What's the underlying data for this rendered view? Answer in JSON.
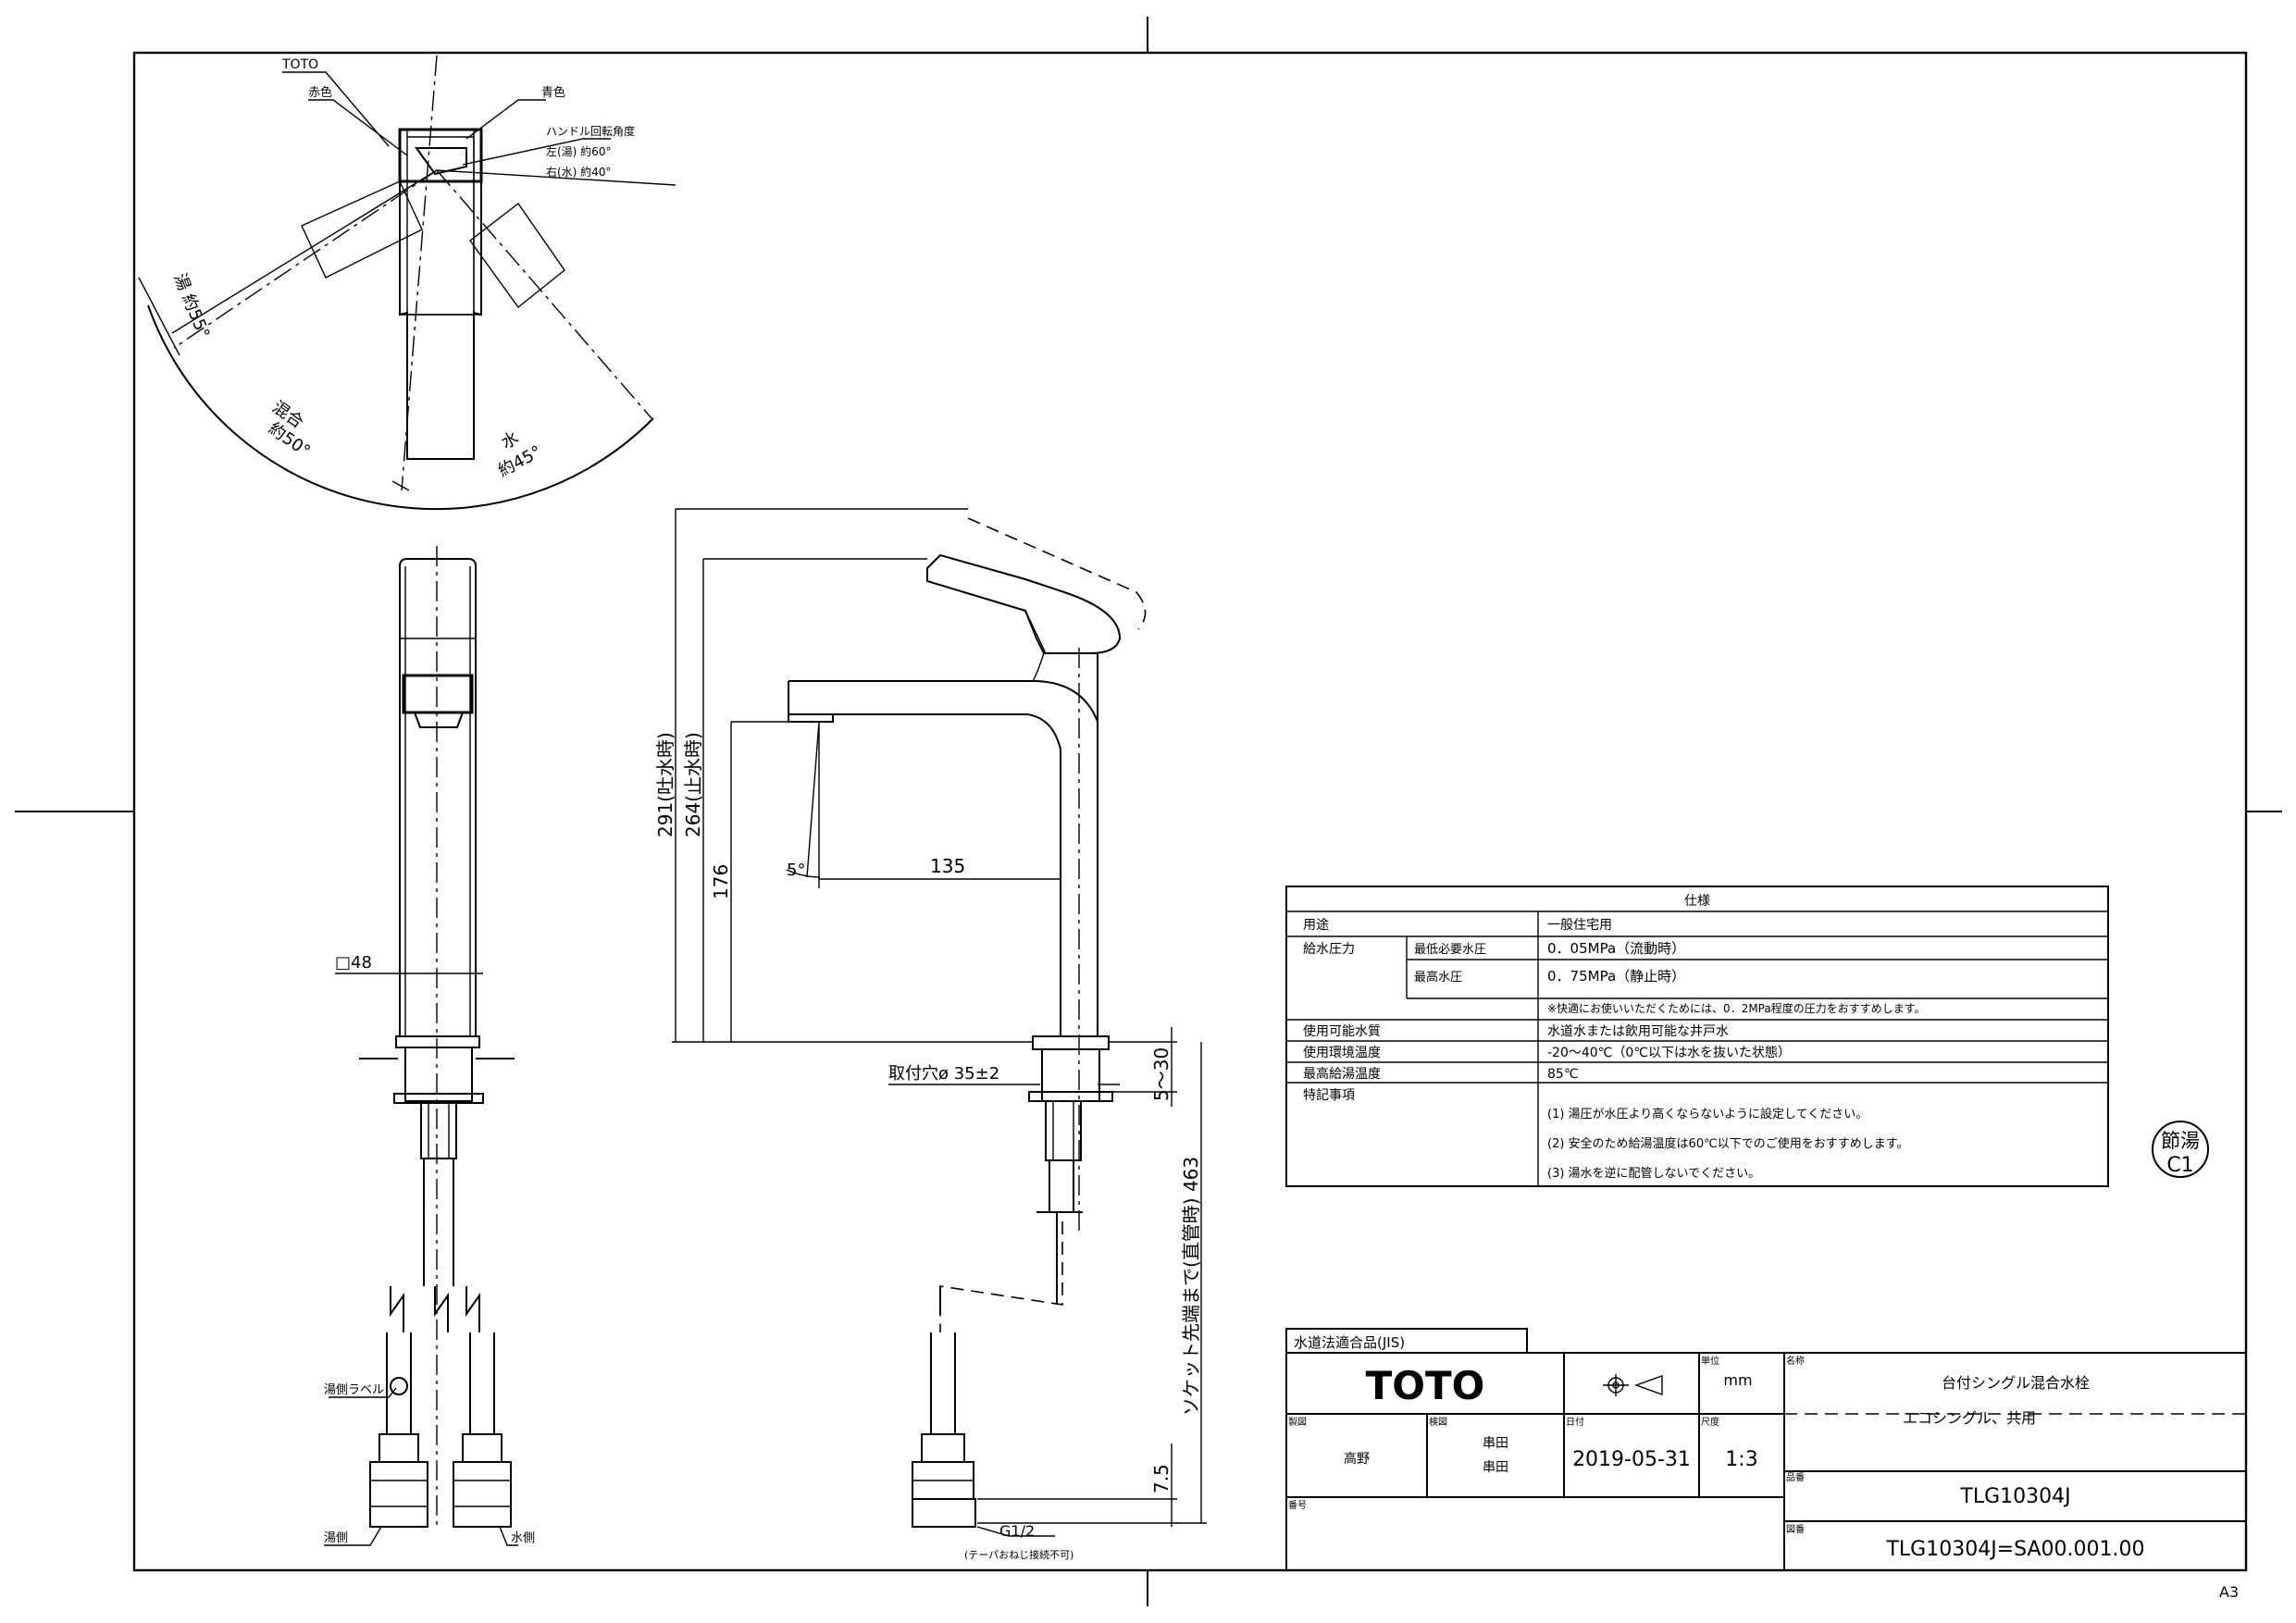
{
  "top_view": {
    "brand": "TOTO",
    "red": "赤色",
    "blue": "青色",
    "handle_angle_title": "ハンドル回転角度",
    "handle_left": "左(湯) 約60°",
    "handle_right": "右(水) 約40°",
    "hot_angle": "湯 約55°",
    "mix_angle_1": "混合",
    "mix_angle_2": "約50°",
    "cold_angle_1": "水",
    "cold_angle_2": "約45°"
  },
  "front_view": {
    "body_size": "□48",
    "hot_label": "湯側ラベル",
    "hot_side": "湯側",
    "cold_side": "水側"
  },
  "side_view": {
    "h_291": "291(吐水時)",
    "h_264": "264(止水時)",
    "h_176": "176",
    "angle_5": "5°",
    "reach_135": "135",
    "mount_hole": "取付穴ø 35±2",
    "deck_5_30": "5～30",
    "socket_463": "ソケット先端まで(直管時) 463",
    "end_7_5": "7.5",
    "thread": "G1/2",
    "thread_note": "(テーパおねじ接続不可)"
  },
  "spec_table": {
    "title": "仕様",
    "rows": [
      {
        "label": "用途",
        "sub": "",
        "value": "一般住宅用"
      },
      {
        "label": "給水圧力",
        "sub": "最低必要水圧",
        "value": "0．05MPa（流動時）"
      },
      {
        "label": "",
        "sub": "最高水圧",
        "value": "0．75MPa（静止時）"
      },
      {
        "label": "",
        "sub": "",
        "value": "※快適にお使いいただくためには、0．2MPa程度の圧力をおすすめします。"
      },
      {
        "label": "使用可能水質",
        "sub": "",
        "value": "水道水または飲用可能な井戸水"
      },
      {
        "label": "使用環境温度",
        "sub": "",
        "value": "-20～40℃（0℃以下は水を抜いた状態）"
      },
      {
        "label": "最高給湯温度",
        "sub": "",
        "value": "85℃"
      },
      {
        "label": "特記事項",
        "sub": "",
        "value": "(1) 湯圧が水圧より高くならないように設定してください。"
      },
      {
        "label": "",
        "sub": "",
        "value": "(2) 安全のため給湯温度は60℃以下でのご使用をおすすめします。"
      },
      {
        "label": "",
        "sub": "",
        "value": "(3) 湯水を逆に配管しないでください。"
      }
    ]
  },
  "stamp": {
    "line1": "節湯",
    "line2": "C1"
  },
  "title_block": {
    "jis": "水道法適合品(JIS)",
    "logo": "TOTO",
    "unit_label": "単位",
    "unit": "mm",
    "name_label": "名称",
    "name_1": "台付シングル混合水栓",
    "name_2": "エコシングル、共用",
    "designer_label": "製図",
    "designer": "高野",
    "checker_label": "検図",
    "checker_1": "串田",
    "checker_2": "串田",
    "date_label": "日付",
    "date": "2019-05-31",
    "scale_label": "尺度",
    "scale": "1:3",
    "product_label": "品番",
    "product": "TLG10304J",
    "number_label": "番号",
    "drawing_label": "図番",
    "drawing_no": "TLG10304J=SA00.001.00"
  },
  "sheet_size": "A3"
}
